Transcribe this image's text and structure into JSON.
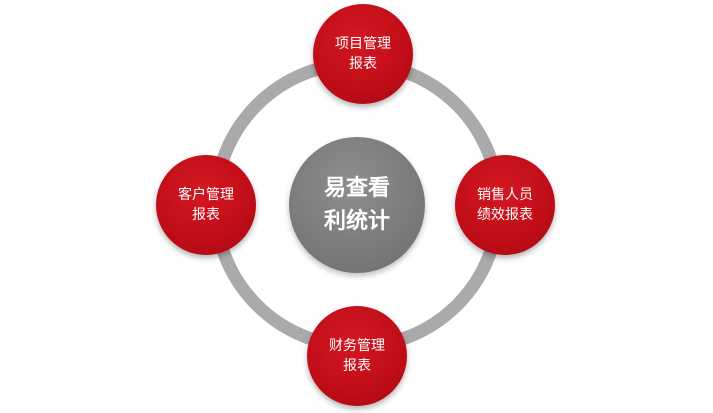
{
  "diagram": {
    "center": {
      "label": "易查看\n利统计",
      "color": "#7c7c7c"
    },
    "ring_color": "#aaaaaa",
    "node_color": "#c10e18",
    "nodes": {
      "top": {
        "label": "项目管理\n报表"
      },
      "right": {
        "label": "销售人员\n绩效报表"
      },
      "bottom": {
        "label": "财务管理\n报表"
      },
      "left": {
        "label": "客户管理\n报表"
      }
    }
  }
}
